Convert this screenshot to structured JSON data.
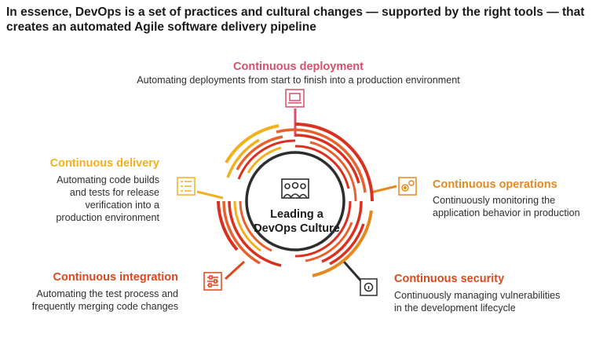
{
  "headline": "In essence, DevOps is a set of practices and cultural changes — supported by the right tools — that creates an automated Agile software delivery pipeline",
  "center": {
    "line1": "Leading a",
    "line2": "DevOps Culture",
    "icon": "team-people-icon"
  },
  "practices": {
    "deployment": {
      "title": "Continuous deployment",
      "description": "Automating deployments from start to finish into a production environment",
      "icon": "laptop-icon",
      "color": "#d94e6a"
    },
    "delivery": {
      "title": "Continuous delivery",
      "description_lines": [
        "Automating code builds",
        "and tests for release",
        "verification into a",
        "production environment"
      ],
      "icon": "checklist-icon",
      "color": "#f2b01e"
    },
    "operations": {
      "title": "Continuous operations",
      "description_lines": [
        "Continuously monitoring the",
        "application behavior in production"
      ],
      "icon": "gears-icon",
      "color": "#e5891f"
    },
    "integration": {
      "title": "Continuous integration",
      "description_lines": [
        "Automating the test process and",
        "frequently merging code changes"
      ],
      "icon": "sliders-icon",
      "color": "#d9491d"
    },
    "security": {
      "title": "Continuous security",
      "description_lines": [
        "Continuously managing vulnerabilities",
        "in the development lifecycle"
      ],
      "icon": "lock-icon",
      "color": "#d9491d"
    }
  },
  "colors": {
    "red": "#d9301f",
    "coral": "#e8602c",
    "orange": "#e5891f",
    "yellow": "#f2b01e",
    "pink": "#d94e6a",
    "dark": "#2d2d2d"
  }
}
